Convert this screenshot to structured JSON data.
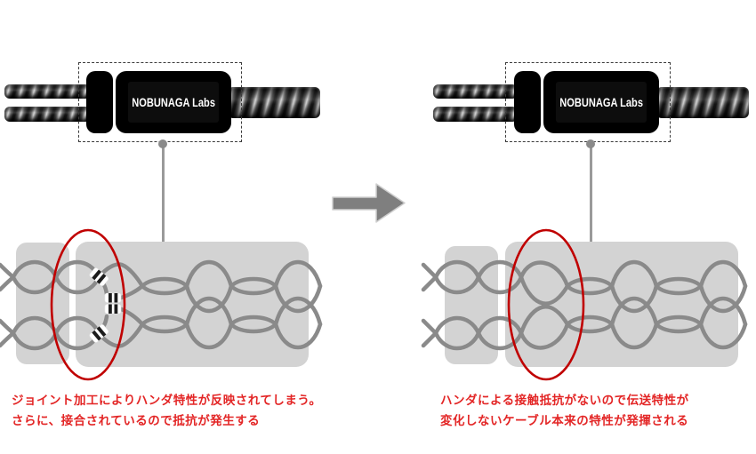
{
  "diagram": {
    "left": {
      "connector_label": "NOBUNAGA Labs",
      "caption": [
        "ジョイント加工によりハンダ特性が反映されてしまう。",
        "さらに、接合されているので抵抗が発生する"
      ]
    },
    "right": {
      "connector_label": "NOBUNAGA Labs",
      "caption": [
        "ハンダによる接触抵抗がないので伝送特性が",
        "変化しないケーブル本来の特性が発揮される"
      ]
    },
    "colors": {
      "caption_red": "#e32626",
      "ellipse_red": "#c00000",
      "wave_gray": "#8a8a8a",
      "panel_gray": "#d3d3d3",
      "arrow_gray": "#7f7f7f",
      "cable_dark": "#1a1a1a",
      "connector_black": "#000000"
    }
  }
}
